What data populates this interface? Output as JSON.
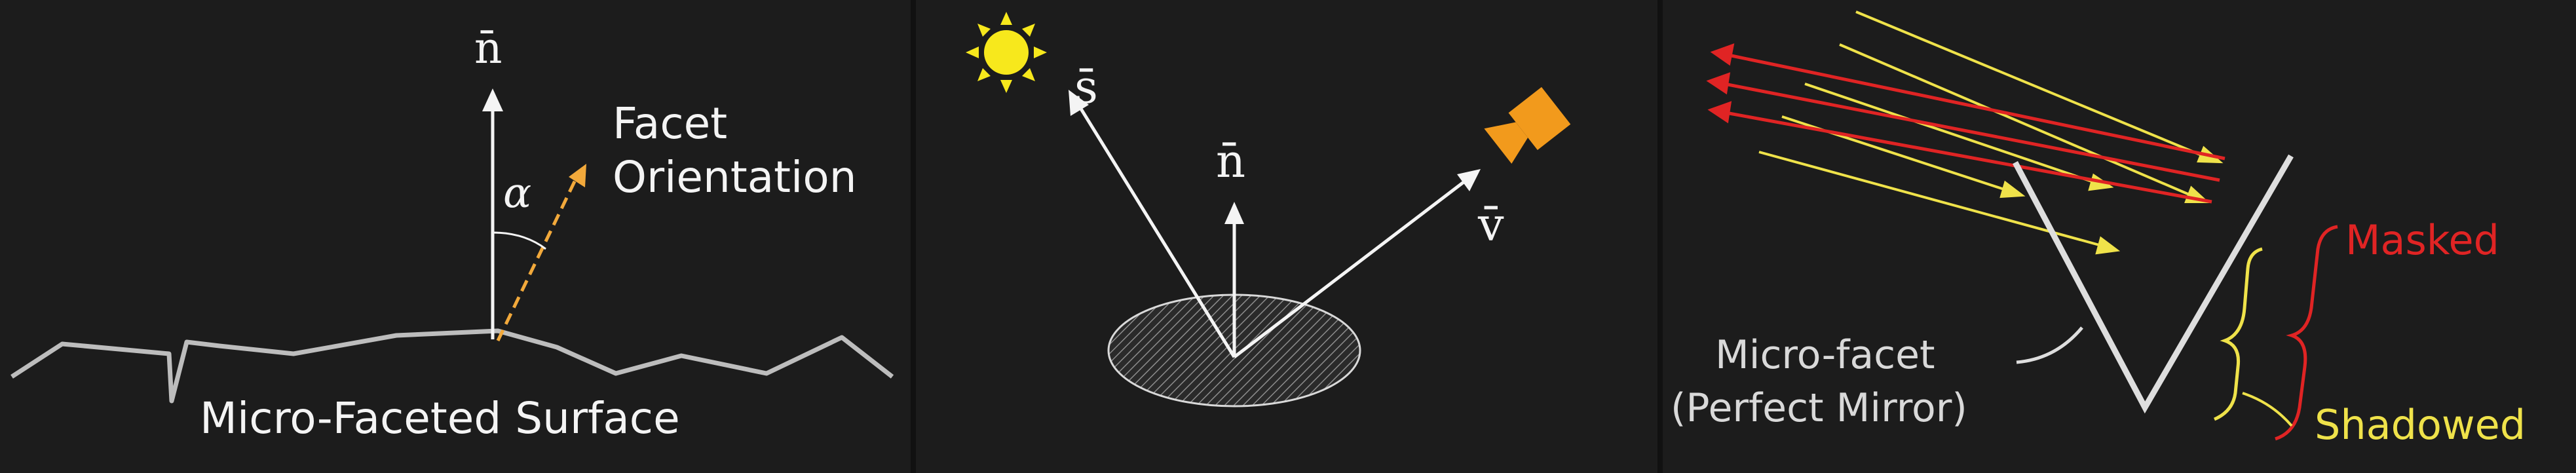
{
  "panel1": {
    "normal_label": "n̄",
    "angle_label": "α",
    "facet_label_line1": "Facet",
    "facet_label_line2": "Orientation",
    "surface_label": "Micro-Faceted Surface"
  },
  "panel2": {
    "source_label": "s̄",
    "normal_label": "n̄",
    "view_label": "v̄"
  },
  "panel3": {
    "microfacet_line1": "Micro-facet",
    "microfacet_line2": "(Perfect Mirror)",
    "masked_label": "Masked",
    "shadowed_label": "Shadowed"
  },
  "colors": {
    "background": "#1c1c1c",
    "white": "#f4f4f4",
    "facet_orange": "#f2a93b",
    "sun_yellow": "#f7e81c",
    "camera_orange": "#f29a1c",
    "masked_red": "#e02424",
    "shadowed_yellow": "#efe24a",
    "surface_gray": "#bdbdbd"
  }
}
